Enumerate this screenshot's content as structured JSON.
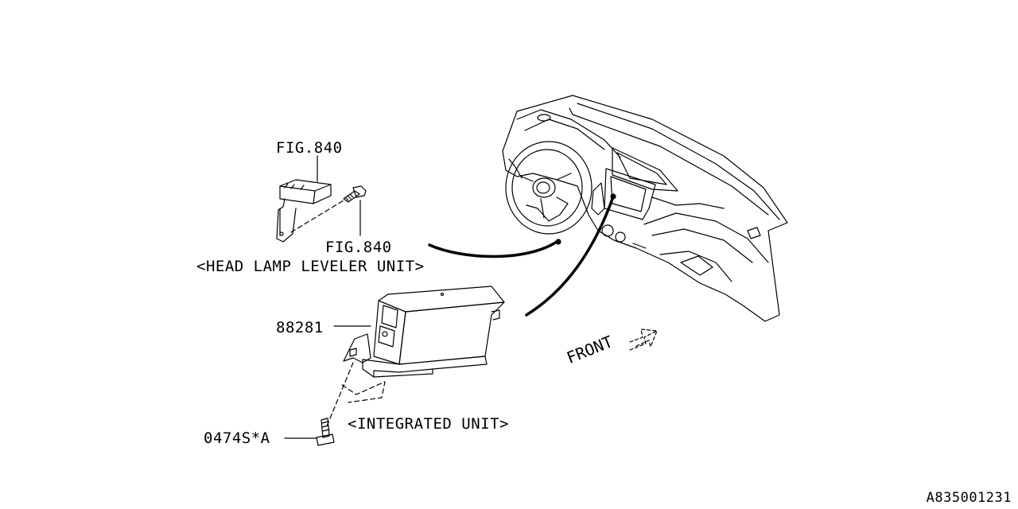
{
  "labels": {
    "fig_top": "FIG.840",
    "fig_bolt": "FIG.840",
    "head_lamp_unit": "<HEAD LAMP LEVELER UNIT>",
    "part_88281": "88281",
    "integrated_unit": "<INTEGRATED UNIT>",
    "bolt_part": "0474S*A",
    "front": "FRONT",
    "diagram_code": "A835001231"
  }
}
